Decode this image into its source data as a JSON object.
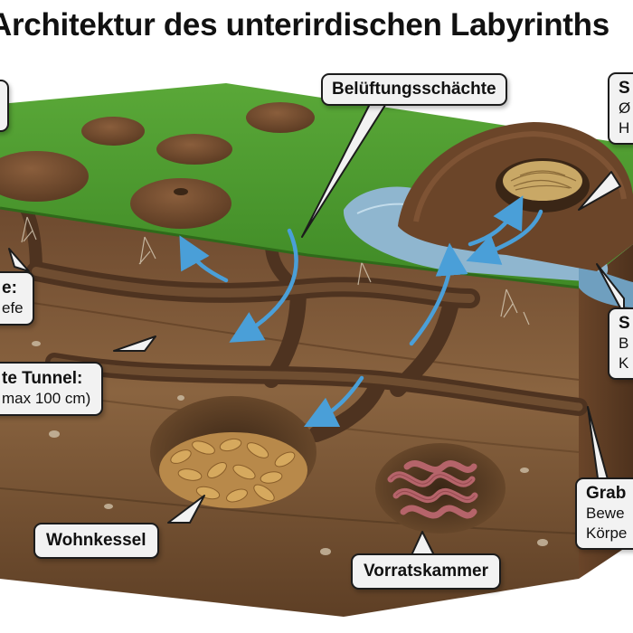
{
  "title": "Architektur des unterirdischen Labyrinths",
  "labels": {
    "ventilation": "Belüftungsschächte",
    "living_chamber": "Wohnkessel",
    "pantry": "Vorratskammer",
    "tunnel_title": "te Tunnel:",
    "tunnel_sub": "max 100 cm)",
    "left_mid_title": "e:",
    "left_mid_sub": "efe",
    "right_top_title": "S",
    "right_top_sub1": "Ø",
    "right_top_sub2": "H",
    "right_mid_title": "S",
    "right_mid_sub1": "B",
    "right_mid_sub2": "K",
    "dig_title": "Grab",
    "dig_sub1": "Bewe",
    "dig_sub2": "Körpe"
  },
  "colors": {
    "grass": "#4f9a2f",
    "grass_dark": "#3a7a22",
    "soil_top": "#7a5134",
    "soil_mid": "#8a6440",
    "soil_deep": "#6b4a2c",
    "water": "#8fb6cf",
    "arrow": "#4a9fd8",
    "label_bg": "#f2f2f2"
  }
}
